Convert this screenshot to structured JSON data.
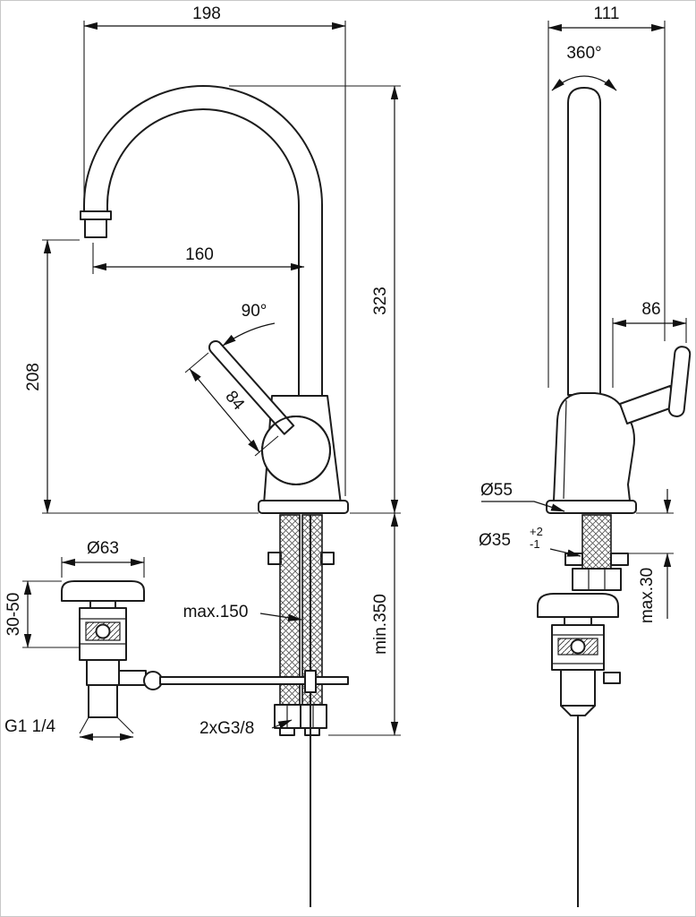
{
  "meta": {
    "background": "#ffffff",
    "line_color": "#1c1c1c",
    "border_color": "#c8c8c8"
  },
  "front_view": {
    "overall_width": "198",
    "spout_reach": "160",
    "overall_height": "323",
    "spout_height": "208",
    "handle_swing": "90°",
    "handle_length": "84",
    "waste_flange_dia": "Ø63",
    "mounting_range": "30-50",
    "rod_max": "max.150",
    "hose_min": "min.350",
    "waste_thread": "G1 1/4",
    "inlet_thread": "2xG3/8"
  },
  "side_view": {
    "overall_depth": "111",
    "swivel": "360°",
    "handle_reach": "86",
    "base_dia": "Ø55",
    "hole_dia": "Ø35",
    "hole_tol_upper": "+2",
    "hole_tol_lower": "-1",
    "deck_thickness_max": "max.30"
  }
}
